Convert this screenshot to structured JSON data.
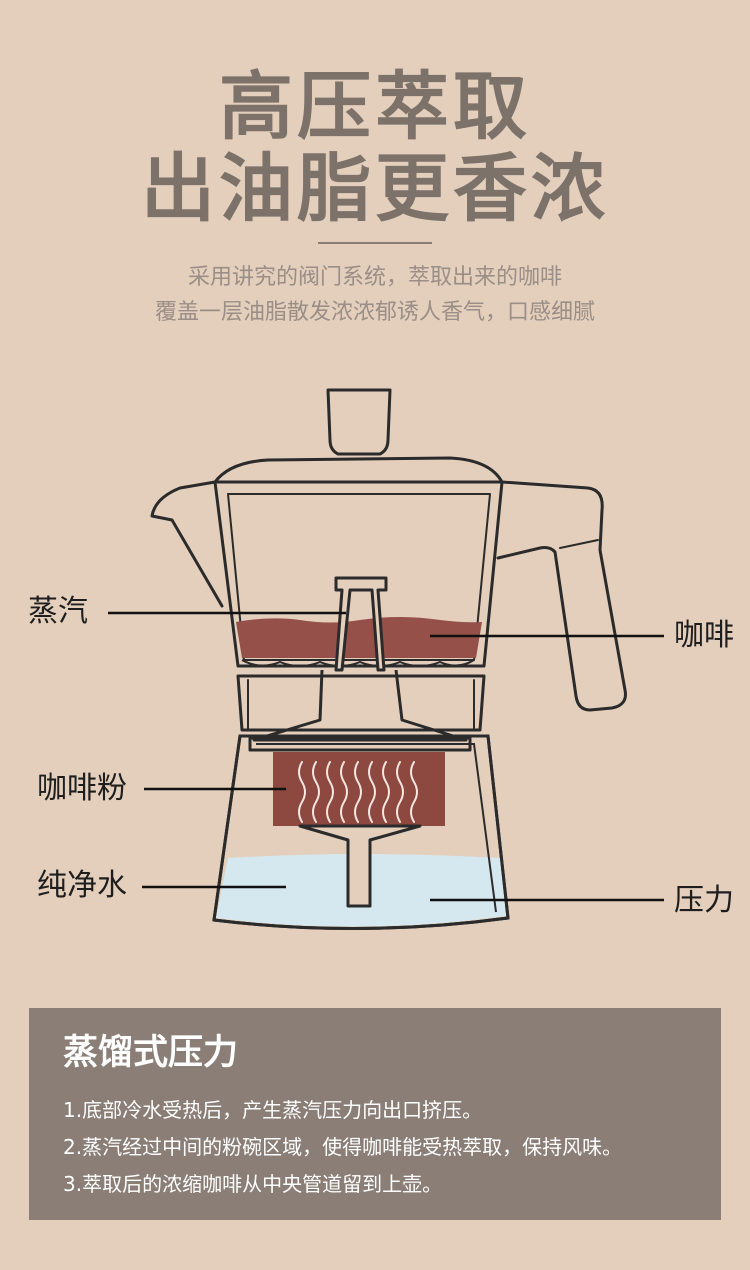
{
  "header": {
    "title_line1": "高压萃取",
    "title_line2": "出油脂更香浓",
    "subtitle_line1": "采用讲究的阀门系统，萃取出来的咖啡",
    "subtitle_line2": "覆盖一层油脂散发浓浓郁诱人香气，口感细腻"
  },
  "diagram": {
    "labels": {
      "steam": "蒸汽",
      "coffee": "咖啡",
      "grounds": "咖啡粉",
      "water": "纯净水",
      "pressure": "压力"
    },
    "colors": {
      "coffee": "#955049",
      "grounds": "#8d4840",
      "water": "#d6e8ef",
      "outline": "#2b2b2b"
    }
  },
  "info_box": {
    "title": "蒸馏式压力",
    "items": [
      "1.底部冷水受热后，产生蒸汽压力向出口挤压。",
      "2.蒸汽经过中间的粉碗区域，使得咖啡能受热萃取，保持风味。",
      "3.萃取后的浓缩咖啡从中央管道留到上壶。"
    ]
  }
}
